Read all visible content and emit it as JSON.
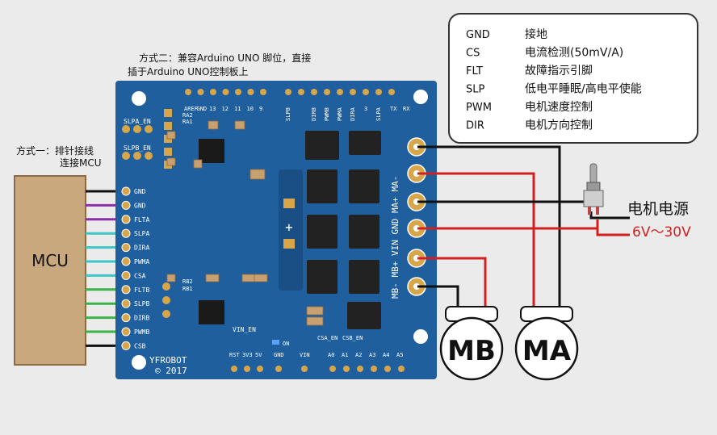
{
  "legend": {
    "rows": [
      {
        "abbr": "GND",
        "desc": "接地"
      },
      {
        "abbr": "CS",
        "desc": "电流检测(50mV/A)"
      },
      {
        "abbr": "FLT",
        "desc": "故障指示引脚"
      },
      {
        "abbr": "SLP",
        "desc": "低电平睡眠/高电平使能"
      },
      {
        "abbr": "PWM",
        "desc": "电机速度控制"
      },
      {
        "abbr": "DIR",
        "desc": "电机方向控制"
      }
    ]
  },
  "method2": {
    "line1": "方式二：兼容Arduino UNO 脚位，直接",
    "line2": "插于Arduino UNO控制板上"
  },
  "method1": {
    "line1": "方式一：排针接线",
    "line2": "连接MCU"
  },
  "mcu": {
    "label": "MCU"
  },
  "left_pins": [
    "GND",
    "GND",
    "FLTA",
    "SLPA",
    "DIRA",
    "PWMA",
    "CSA",
    "FLTB",
    "SLPB",
    "DIRB",
    "PWMB",
    "CSB"
  ],
  "wire_colors": [
    "#111111",
    "#8a2fa8",
    "#8a2fa8",
    "#3cc6c6",
    "#3cc6c6",
    "#3cc6c6",
    "#3cc6c6",
    "#3bb34a",
    "#3bb34a",
    "#3bb34a",
    "#3bb34a",
    "#111111"
  ],
  "top_pins": {
    "arduino": [
      "AREF",
      "GND",
      "13",
      "12",
      "11",
      "10",
      "9"
    ],
    "arduino_ext": [
      "SLPB",
      "DIRB",
      "PWMB",
      "PWMA",
      "DIRA",
      "3",
      "SLPA",
      "TX",
      "RX"
    ]
  },
  "board": {
    "brand": "YFROBOT",
    "year": "© 2017",
    "small_labels": [
      "SLPA_EN",
      "SLPB_EN",
      "RA2",
      "RA1",
      "RB2",
      "RB1",
      "VIN_EN",
      "ON",
      "CSA_EN",
      "CSB_EN"
    ],
    "bottom_pins": [
      "RST",
      "3V3",
      "5V",
      "GND",
      "VIN",
      "A0",
      "A1",
      "A2",
      "A3",
      "A4",
      "A5"
    ],
    "plus": "+",
    "terminal_labels": "MB- MB+ VIN GND MA+ MA-"
  },
  "motors": {
    "mb": "MB",
    "ma": "MA"
  },
  "power": {
    "title": "电机电源",
    "range": "6V～30V"
  },
  "colors": {
    "board": "#1f5f9e",
    "header": "#c2a277",
    "red_wire": "#d22020",
    "black_wire": "#111111"
  }
}
